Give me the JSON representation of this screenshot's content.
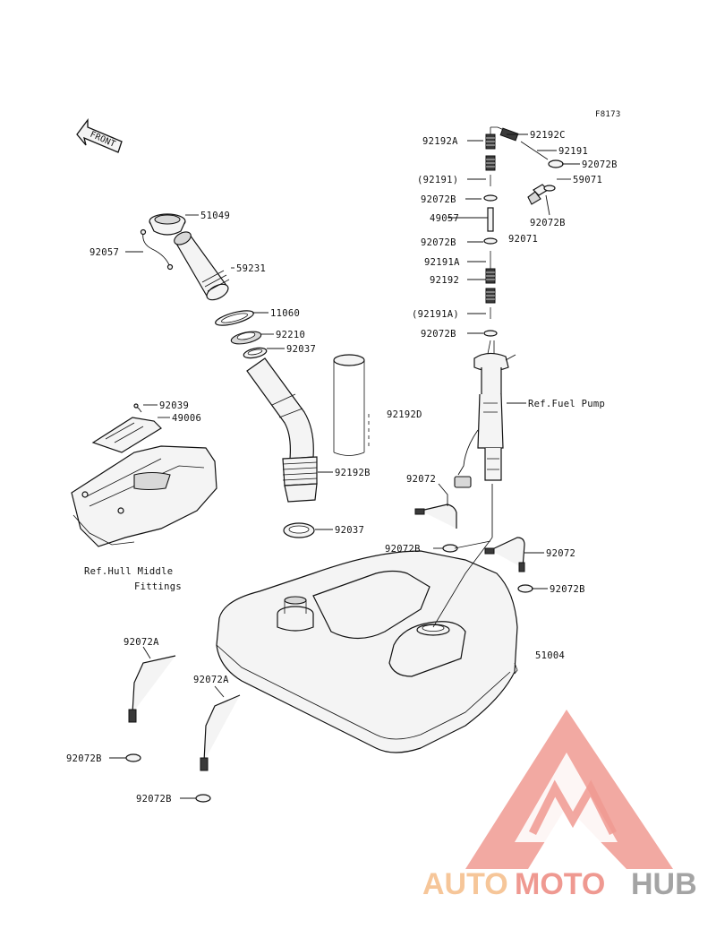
{
  "diagram": {
    "ref_code": "F8173",
    "front_label": "FRONT",
    "parts": {
      "p51049": "51049",
      "p92057": "92057",
      "p59231": "59231",
      "p11060": "11060",
      "p92210": "92210",
      "p92037a": "92037",
      "p92039": "92039",
      "p49006": "49006",
      "p92192D": "92192D",
      "p92192B": "92192B",
      "p92037b": "92037",
      "p92192A": "92192A",
      "p92192C": "92192C",
      "p92191a": "92191",
      "p92072B_a": "92072B",
      "p92191_paren_a": "(92191)",
      "p59071": "59071",
      "p92072B_b": "92072B",
      "p92072B_c": "92072B",
      "p49057": "49057",
      "p92072B_d": "92072B",
      "p92071": "92071",
      "p92191A": "92191A",
      "p92192": "92192",
      "p92191A_paren": "(92191A)",
      "p92072B_e": "92072B",
      "p92072_a": "92072",
      "p92072B_f": "92072B",
      "p92072_b": "92072",
      "p92072B_g": "92072B",
      "p51004": "51004",
      "p92072A_a": "92072A",
      "p92072A_b": "92072A",
      "p92072B_h": "92072B",
      "p92072B_i": "92072B"
    },
    "refs": {
      "fuel_pump": "Ref.Fuel Pump",
      "hull_line1": "Ref.Hull Middle",
      "hull_line2": "Fittings"
    }
  },
  "watermark": {
    "part1": "AUTO",
    "part2": "MOTO",
    "part3": "HUB",
    "colors": {
      "auto": "#f6c08f",
      "moto": "#ee8f86",
      "hub": "#9b9b9b",
      "triangle": "#ee8f86"
    }
  }
}
